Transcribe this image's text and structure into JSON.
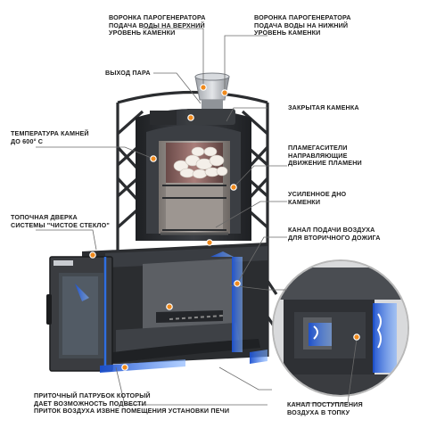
{
  "labels": {
    "steam_funnel_top": [
      "ВОРОНКА ПАРОГЕНЕРАТОРА",
      "ПОДАЧА ВОДЫ НА ВЕРХНИЙ",
      "УРОВЕНЬ КАМЕНКИ"
    ],
    "steam_funnel_bottom": [
      "ВОРОНКА ПАРОГЕНЕРАТОРА",
      "ПОДАЧА ВОДЫ НА НИЖНИЙ",
      "УРОВЕНЬ КАМЕНКИ"
    ],
    "steam_outlet": [
      "ВЫХОД ПАРА"
    ],
    "closed_heater": [
      "ЗАКРЫТАЯ КАМЕНКА"
    ],
    "stone_temperature": [
      "ТЕМПЕРАТУРА КАМНЕЙ",
      "ДО 600° С"
    ],
    "flame_arresters": [
      "ПЛАМЕГАСИТЕЛИ",
      "НАПРАВЛЯЮЩИЕ",
      "ДВИЖЕНИЕ ПЛАМЕНИ"
    ],
    "reinforced_bottom": [
      "УСИЛЕННОЕ ДНО",
      "КАМЕНКИ"
    ],
    "firebox_door": [
      "ТОПОЧНАЯ ДВЕРКА",
      "СИСТЕМЫ \"ЧИСТОЕ СТЕКЛО\""
    ],
    "secondary_air_channel": [
      "КАНАЛ ПОДАЧИ ВОЗДУХА",
      "ДЛЯ ВТОРИЧНОГО ДОЖИГА"
    ],
    "inlet_pipe": [
      "ПРИТОЧНЫЙ ПАТРУБОК КОТОРЫЙ",
      "ДАЕТ ВОЗМОЖНОСТЬ ПОДВЕСТИ",
      "ПРИТОК ВОЗДУХА ИЗВНЕ ПОМЕЩЕНИЯ УСТАНОВКИ ПЕЧИ"
    ],
    "firebox_air_channel": [
      "КАНАЛ ПОСТУПЛЕНИЯ",
      "ВОЗДУХА В ТОПКУ"
    ]
  },
  "colors": {
    "accent_orange": "#f08a1c",
    "stove_dark": "#2b2d30",
    "stove_mid": "#4a4d52",
    "steel_light": "#c9ccd1",
    "air_blue": "#2f6fe0",
    "line": "#6b6b6b"
  },
  "icons": [
    "callout-dot-icon",
    "airflow-arrow-icon",
    "stone-icon",
    "grate-icon"
  ]
}
